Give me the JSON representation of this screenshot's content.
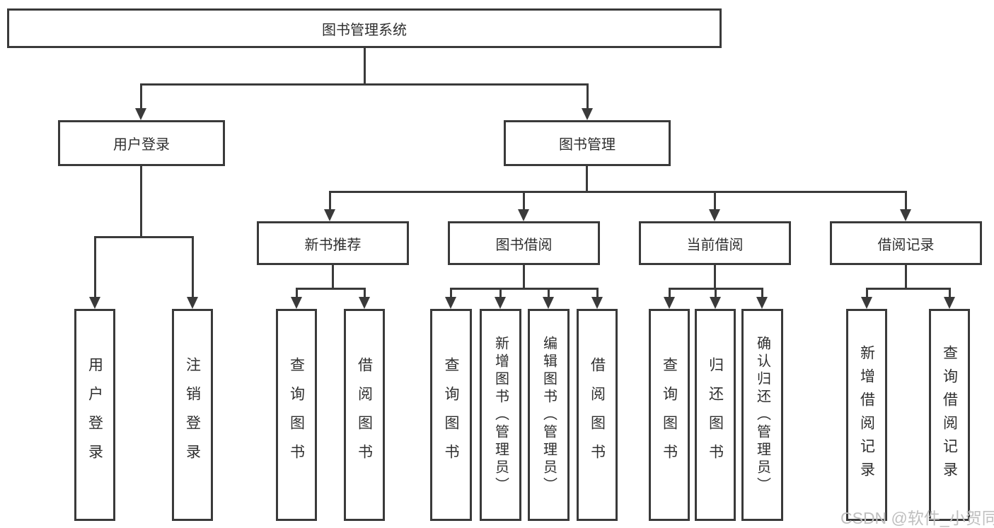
{
  "diagram": {
    "type": "hierarchy-flowchart",
    "title": "图书管理系统"
  },
  "tree": {
    "label": "图书管理系统",
    "children": [
      {
        "label": "用户登录",
        "children": [
          {
            "label": "用户登录"
          },
          {
            "label": "注销登录"
          }
        ]
      },
      {
        "label": "图书管理",
        "children": [
          {
            "label": "新书推荐",
            "children": [
              {
                "label": "查询图书"
              },
              {
                "label": "借阅图书"
              }
            ]
          },
          {
            "label": "图书借阅",
            "children": [
              {
                "label": "查询图书"
              },
              {
                "label": "新增图书（管理员）"
              },
              {
                "label": "编辑图书（管理员）"
              },
              {
                "label": "借阅图书"
              }
            ]
          },
          {
            "label": "当前借阅",
            "children": [
              {
                "label": "查询图书"
              },
              {
                "label": "归还图书"
              },
              {
                "label": "确认归还（管理员）"
              }
            ]
          },
          {
            "label": "借阅记录",
            "children": [
              {
                "label": "新增借阅记录"
              },
              {
                "label": "查询借阅记录"
              }
            ]
          }
        ]
      }
    ]
  },
  "watermark": {
    "text": "CSDN @软件_小贺同学"
  },
  "colors": {
    "line": "#3a3a3a",
    "text": "#2f2f2f",
    "watermark": "#bfbfbf",
    "background": "#ffffff"
  }
}
